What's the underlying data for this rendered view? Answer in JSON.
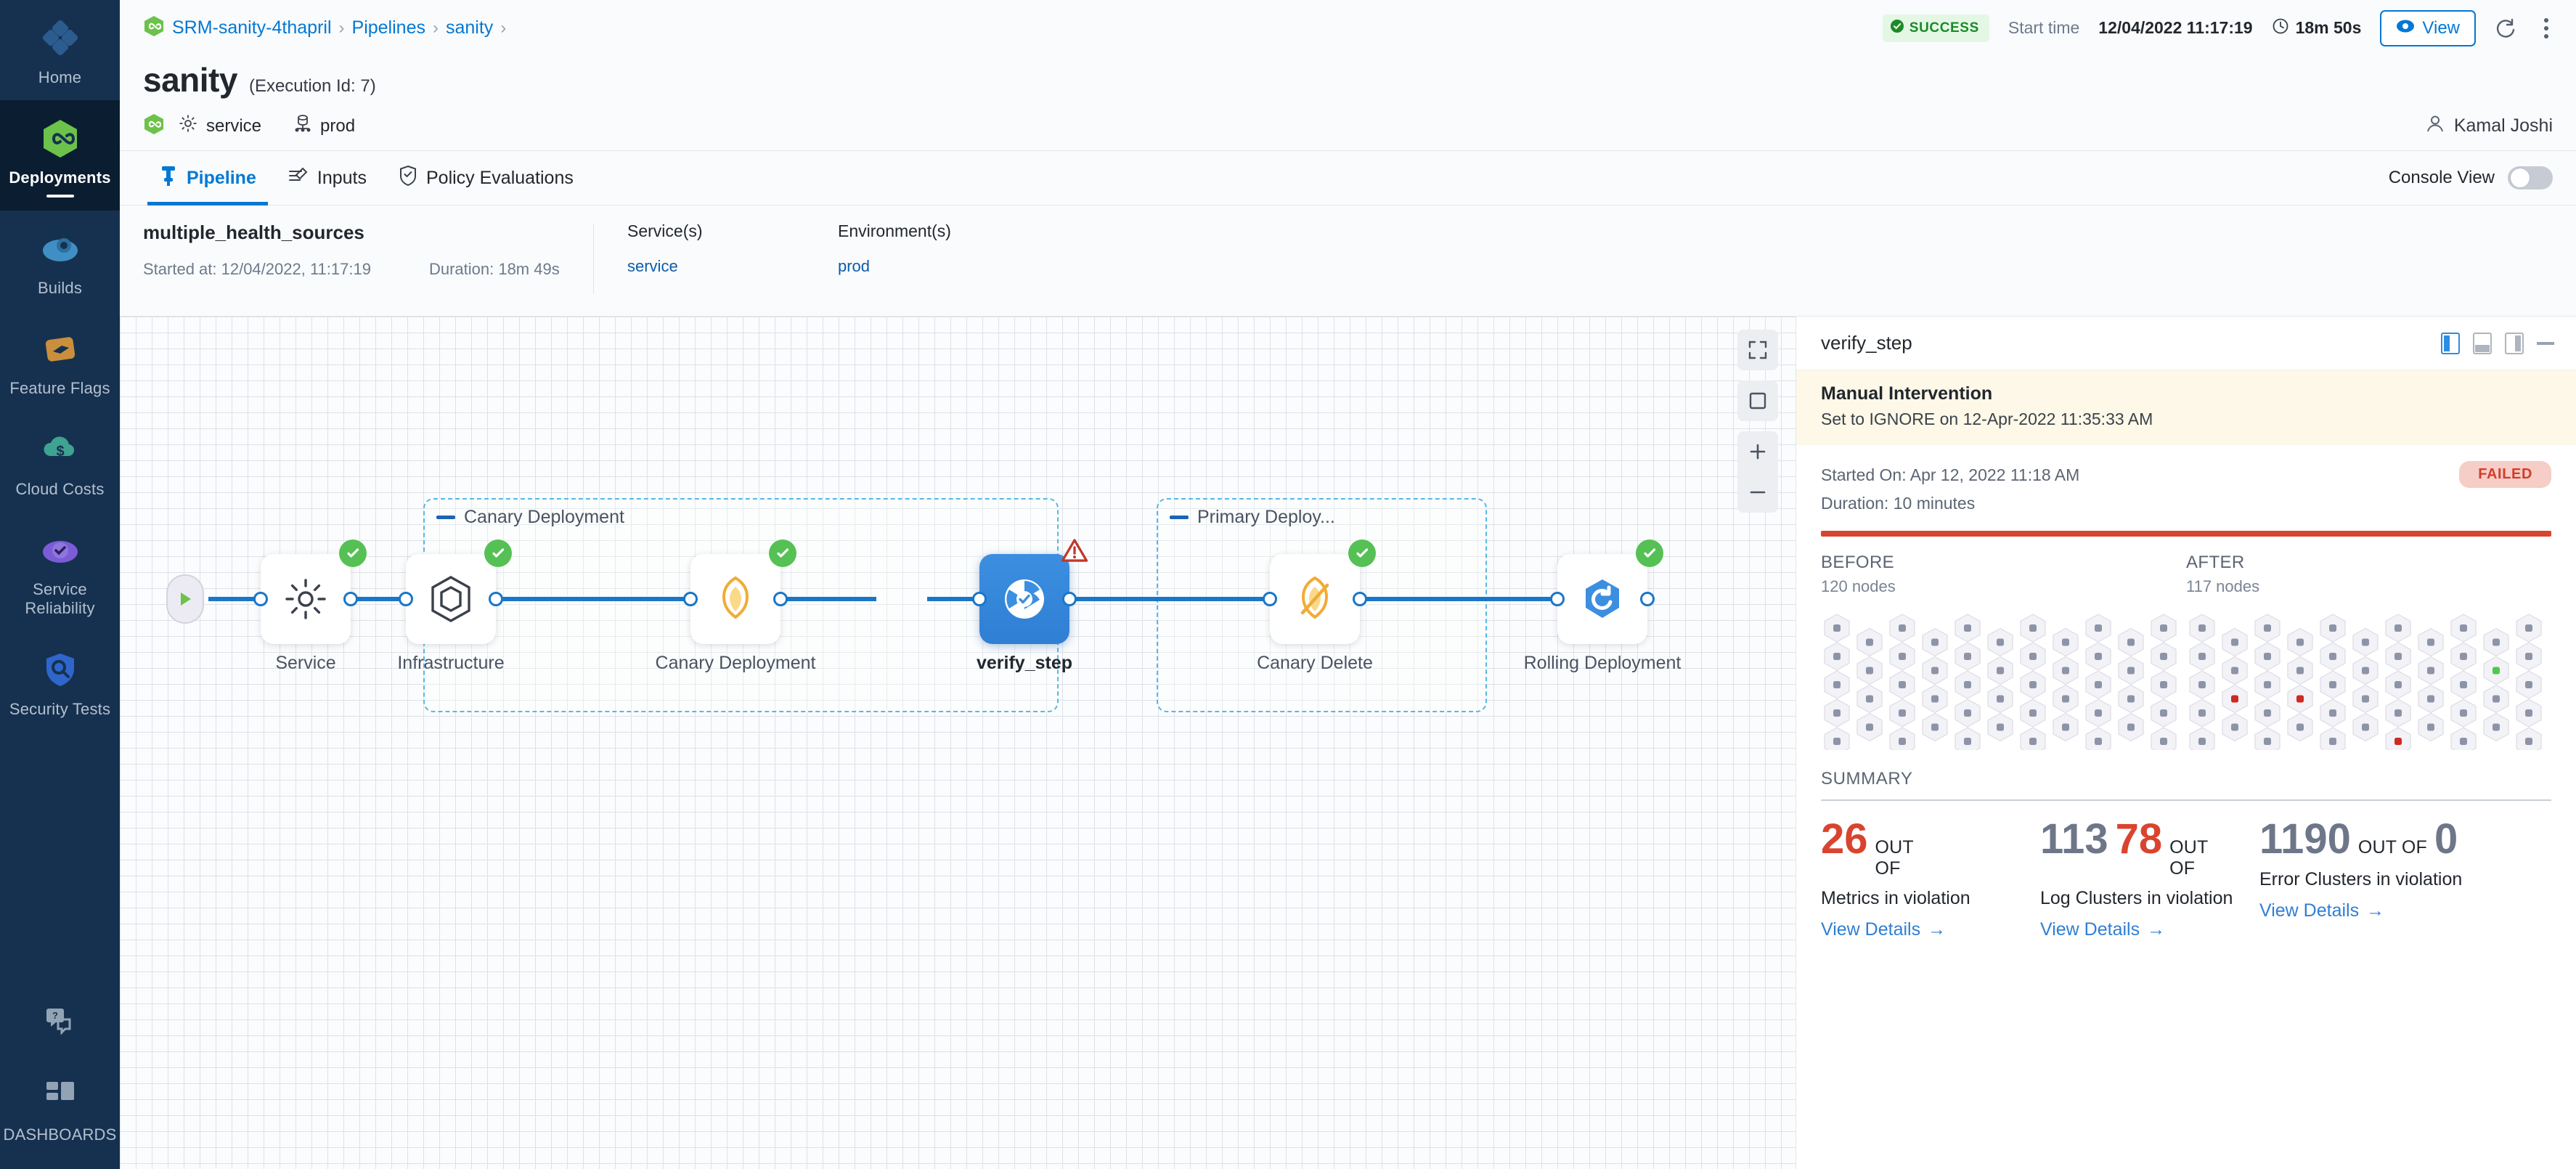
{
  "sidebar": {
    "items": [
      {
        "label": "Home",
        "icon": "home-modules-icon",
        "active": false
      },
      {
        "label": "Deployments",
        "icon": "deployments-infinity-icon",
        "active": true
      },
      {
        "label": "Builds",
        "icon": "builds-icon",
        "active": false
      },
      {
        "label": "Feature Flags",
        "icon": "feature-flags-icon",
        "active": false
      },
      {
        "label": "Cloud Costs",
        "icon": "cloud-costs-icon",
        "active": false
      },
      {
        "label": "Service Reliability",
        "icon": "service-reliability-icon",
        "active": false
      },
      {
        "label": "Security Tests",
        "icon": "security-tests-shield-icon",
        "active": false
      }
    ],
    "bottom": [
      {
        "label": "",
        "icon": "help-chat-icon"
      },
      {
        "label": "DASHBOARDS",
        "icon": "dashboards-grid-icon"
      }
    ]
  },
  "topbar": {
    "breadcrumbs": [
      {
        "label": "SRM-sanity-4thapril"
      },
      {
        "label": "Pipelines"
      },
      {
        "label": "sanity"
      }
    ],
    "separator": "›",
    "status_badge": "SUCCESS",
    "start_time_label": "Start time",
    "start_time_value": "12/04/2022 11:17:19",
    "duration": "18m 50s",
    "view_button": "View",
    "refresh_icon": "refresh-icon",
    "more_icon": "kebab-menu-icon"
  },
  "title": {
    "name": "sanity",
    "execution_id": "(Execution Id: 7)",
    "service_chip": "service",
    "env_chip": "prod",
    "user": "Kamal Joshi"
  },
  "tabs": [
    {
      "label": "Pipeline",
      "icon": "pipeline-icon",
      "active": true
    },
    {
      "label": "Inputs",
      "icon": "inputs-icon",
      "active": false
    },
    {
      "label": "Policy Evaluations",
      "icon": "policy-shield-icon",
      "active": false
    }
  ],
  "console_view": {
    "label": "Console View",
    "on": false
  },
  "exec_info": {
    "stage_name": "multiple_health_sources",
    "started_at": "Started at: 12/04/2022, 11:17:19",
    "duration": "Duration: 18m 49s",
    "services_header": "Service(s)",
    "services_value": "service",
    "environments_header": "Environment(s)",
    "environments_value": "prod"
  },
  "canvas": {
    "tools": [
      {
        "name": "fullscreen-icon"
      },
      {
        "name": "fit-to-screen-icon"
      },
      {
        "name": "zoom-in-icon"
      },
      {
        "name": "zoom-out-icon"
      }
    ],
    "groups": [
      {
        "label": "Canary Deployment"
      },
      {
        "label": "Primary Deploy..."
      }
    ],
    "nodes": [
      {
        "label": "Service",
        "status": "success",
        "icon": "gear-icon",
        "selected": false
      },
      {
        "label": "Infrastructure",
        "status": "success",
        "icon": "infrastructure-hex-icon",
        "selected": false
      },
      {
        "label": "Canary Deployment",
        "status": "success",
        "icon": "k8s-canary-icon",
        "selected": false
      },
      {
        "label": "verify_step",
        "status": "warning",
        "icon": "verify-icon",
        "selected": true
      },
      {
        "label": "Canary Delete",
        "status": "success",
        "icon": "k8s-canary-delete-icon",
        "selected": false
      },
      {
        "label": "Rolling Deployment",
        "status": "success",
        "icon": "rolling-deploy-icon",
        "selected": false
      }
    ]
  },
  "detail_panel": {
    "title": "verify_step",
    "layout_icons": [
      "panel-left-icon",
      "panel-bottom-icon",
      "panel-right-icon",
      "minimize-icon"
    ],
    "manual_intervention": {
      "title": "Manual Intervention",
      "subtitle": "Set to IGNORE on 12-Apr-2022 11:35:33 AM"
    },
    "started_on": "Started On: Apr 12, 2022 11:18 AM",
    "duration": "Duration: 10 minutes",
    "status_pill": "FAILED",
    "status_color": "#d9442e",
    "before": {
      "header": "BEFORE",
      "nodes": "120 nodes"
    },
    "after": {
      "header": "AFTER",
      "nodes": "117 nodes"
    },
    "summary_header": "SUMMARY",
    "summary": [
      {
        "value": "26",
        "value_color": "red",
        "out_of_label": "OUT OF",
        "total": "113",
        "total_color": "gray",
        "description": "Metrics in violation",
        "link": "View Details"
      },
      {
        "value": "78",
        "value_color": "red",
        "out_of_label": "OUT OF",
        "total": "1190",
        "total_color": "gray",
        "description": "Log Clusters in violation",
        "link": "View Details"
      },
      {
        "value": "0",
        "value_color": "gray",
        "out_of_label": "",
        "total": "",
        "total_color": "gray",
        "description": "Error Clusters in violation",
        "link": "View Details"
      }
    ],
    "link_arrow": "→"
  },
  "chart_data": {
    "type": "heatmap",
    "title": "Before / After node health",
    "panels": [
      {
        "name": "BEFORE",
        "nodes_total": 120,
        "healthy": 120,
        "unhealthy": 0,
        "improved": 0
      },
      {
        "name": "AFTER",
        "nodes_total": 117,
        "healthy": 113,
        "unhealthy": 3,
        "improved": 1
      }
    ],
    "legend": {
      "neutral": "#8d94a8",
      "error": "#cc2a22",
      "healthy": "#4ec94e"
    },
    "after_marked_cells": [
      {
        "col": 9,
        "row": 1,
        "state": "healthy"
      },
      {
        "col": 1,
        "row": 2,
        "state": "error"
      },
      {
        "col": 3,
        "row": 2,
        "state": "error"
      },
      {
        "col": 6,
        "row": 4,
        "state": "error"
      }
    ]
  }
}
